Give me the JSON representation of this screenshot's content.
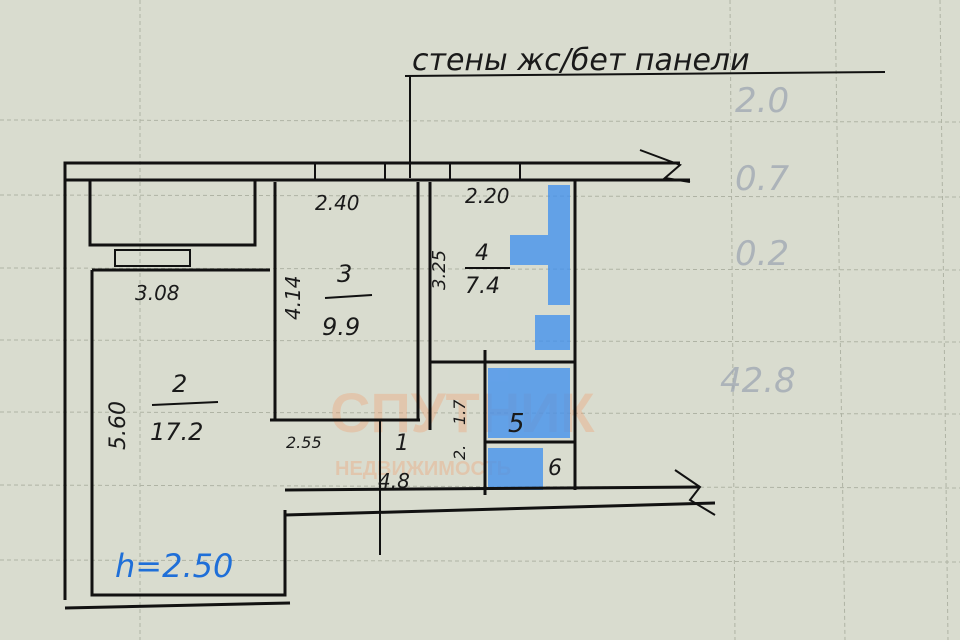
{
  "title_note": "стены жс/бет панели",
  "ceiling_height": "h=2.50",
  "rooms": [
    {
      "number": "1",
      "area": "4.8"
    },
    {
      "number": "2",
      "area": "17.2"
    },
    {
      "number": "3",
      "area": "9.9"
    },
    {
      "number": "4",
      "area": "7.4"
    },
    {
      "number": "5"
    },
    {
      "number": "6"
    }
  ],
  "dimensions": {
    "room3_width": "2.40",
    "room4_width": "2.20",
    "room2_width": "3.08",
    "room3_length": "4.14",
    "room4_length": "3.25",
    "room2_length": "5.60",
    "corridor_width": "2.55",
    "bath_dim_a": "1.7",
    "bath_dim_b": "2."
  },
  "pencil_notes": [
    "2.0",
    "0.7",
    "0.2",
    "42.8"
  ],
  "watermark": {
    "line1": "СПУТНИК",
    "line2": "НЕДВИЖИМОСТЬ"
  },
  "colors": {
    "paper": "#d9dccf",
    "ink": "#111111",
    "blue_marker": "#1f6fd8",
    "watermark": "#f0a070"
  }
}
